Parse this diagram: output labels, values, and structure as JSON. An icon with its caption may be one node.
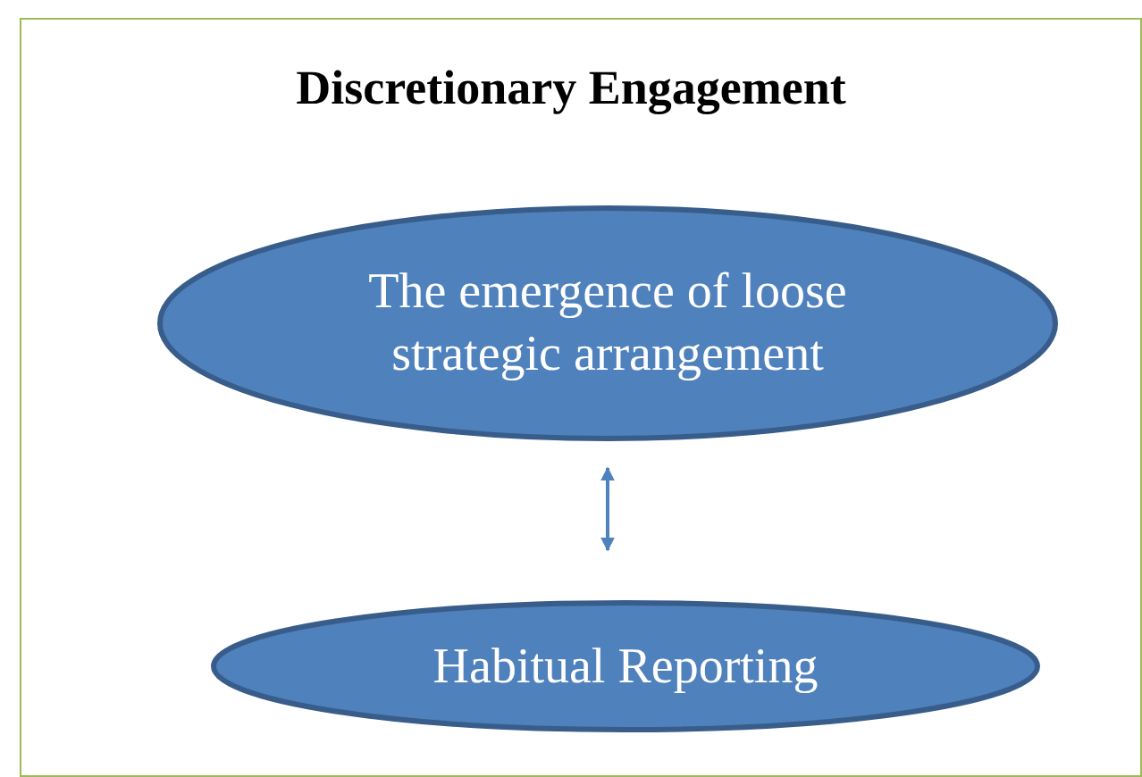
{
  "diagram": {
    "title": "Discretionary Engagement",
    "nodes": [
      {
        "text": [
          "The emergence of loose strategic arrangement"
        ]
      },
      {
        "text": [
          "Habitual Reporting"
        ]
      }
    ],
    "edges": [
      {
        "from": 0,
        "to": 1,
        "arrow": "both"
      }
    ]
  }
}
